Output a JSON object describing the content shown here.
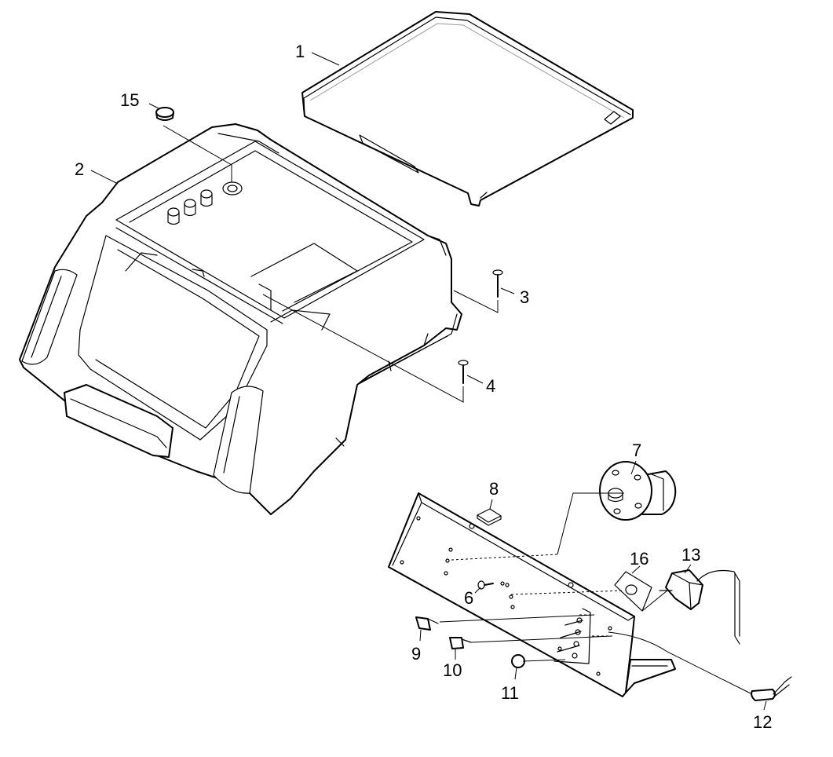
{
  "diagram": {
    "callouts": [
      "1",
      "2",
      "3",
      "4",
      "6",
      "7",
      "8",
      "9",
      "10",
      "11",
      "12",
      "13",
      "15",
      "16"
    ]
  }
}
